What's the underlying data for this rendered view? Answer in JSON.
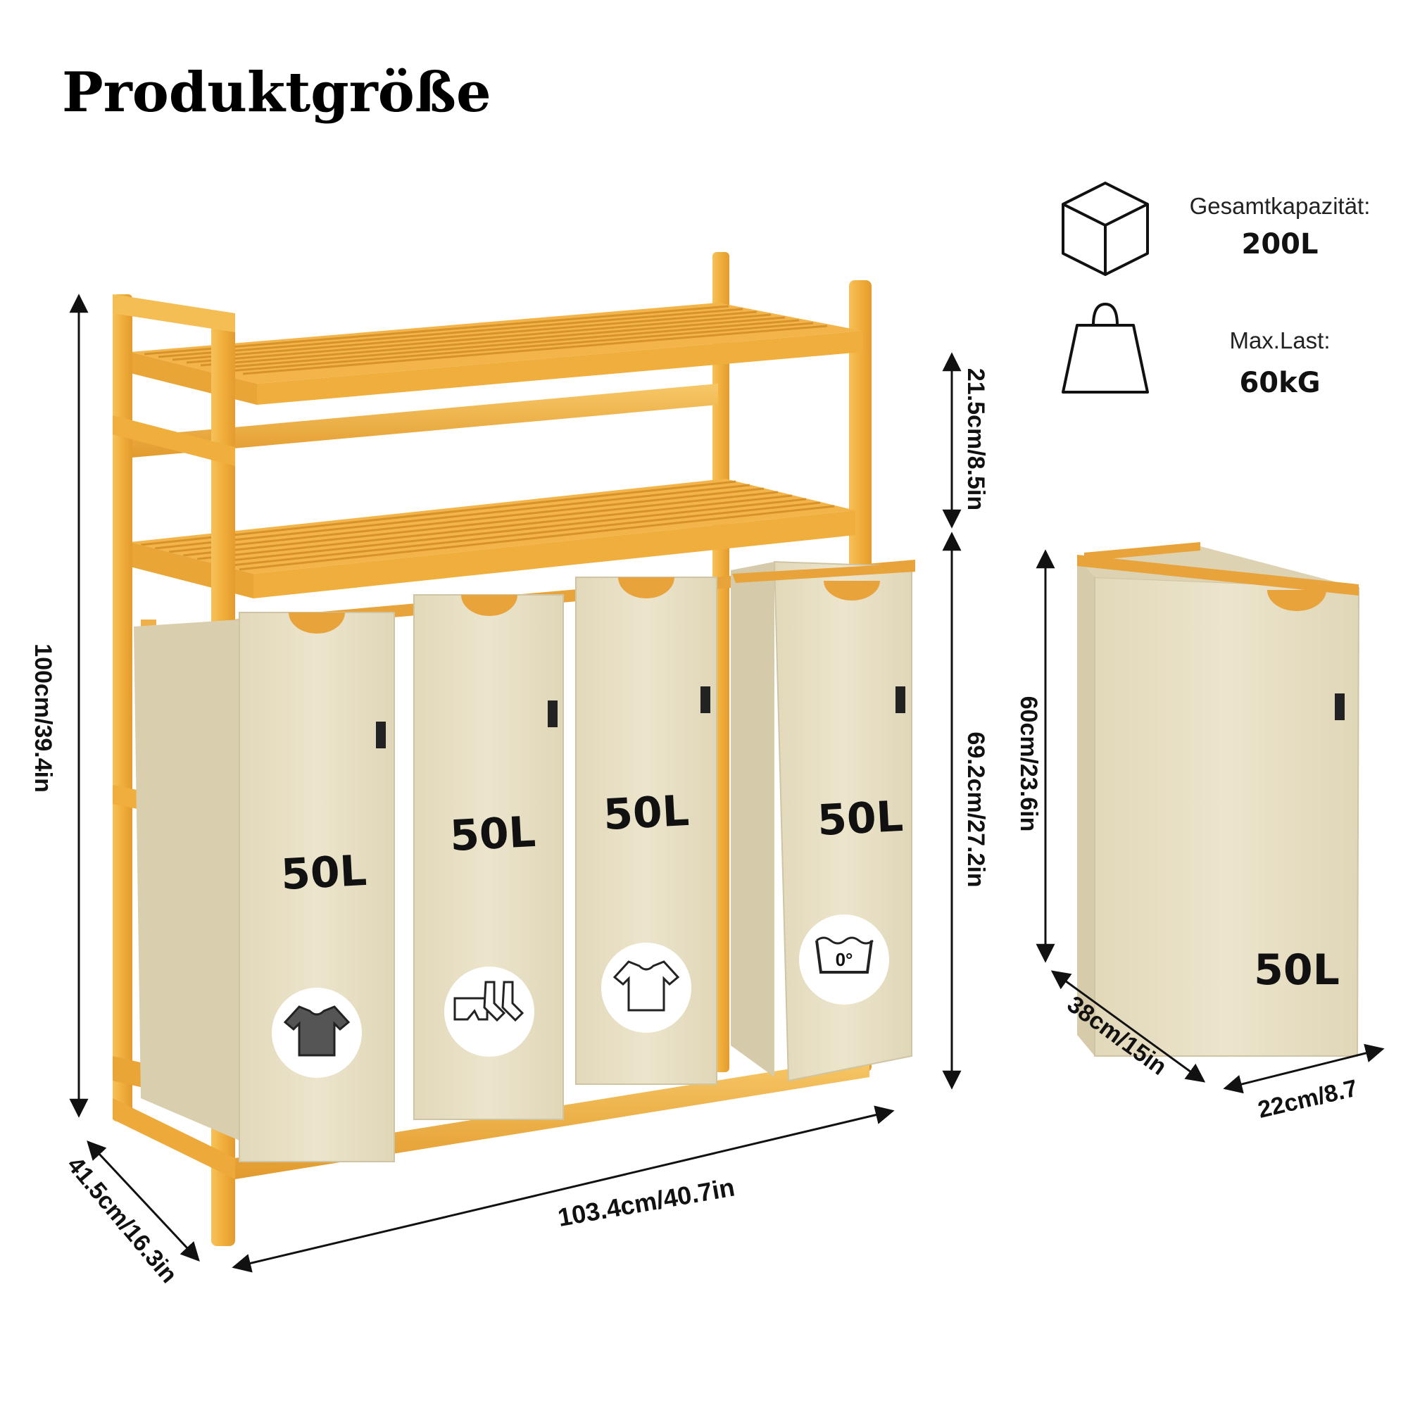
{
  "title": "Produktgröße",
  "specs": {
    "capacity_icon": "cube-icon",
    "capacity_label": "Gesamtkapazität:",
    "capacity_value": "200L",
    "load_icon": "weight-icon",
    "load_label": "Max.Last:",
    "load_value": "60kG"
  },
  "dimensions": {
    "overall_height": "100cm/39.4in",
    "shelf_gap": "21.5cm/8.5in",
    "lower_height": "69.2cm/27.2in",
    "width": "103.4cm/40.7in",
    "depth": "41.5cm/16.3in",
    "bag_height": "60cm/23.6in",
    "bag_depth": "38cm/15in",
    "bag_width": "22cm/8.7"
  },
  "bags": [
    {
      "volume": "50L",
      "icon": "dark-tshirt-icon"
    },
    {
      "volume": "50L",
      "icon": "underwear-socks-icon"
    },
    {
      "volume": "50L",
      "icon": "white-tshirt-icon"
    },
    {
      "volume": "50L",
      "icon": "wash-0-degree-icon"
    }
  ],
  "single_bag": {
    "volume": "50L"
  },
  "colors": {
    "bamboo": "#F2B341",
    "bamboo_dark": "#D8942A",
    "canvas": "#EAE2C8",
    "canvas_dark": "#D8CDAE"
  }
}
